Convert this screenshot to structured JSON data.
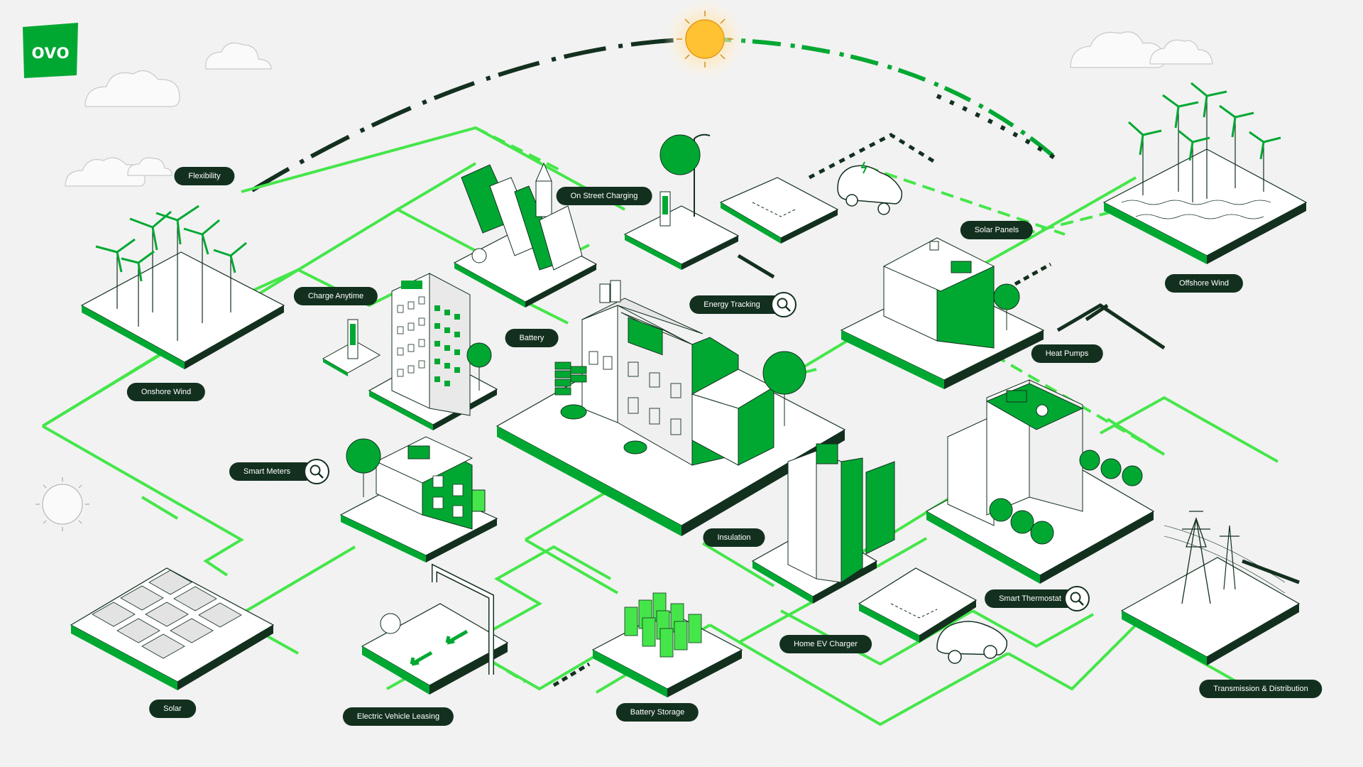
{
  "brand": {
    "logo_text": "ovo",
    "accent": "#00a832",
    "bright_green": "#45e64a",
    "dark": "#13301f"
  },
  "labels": {
    "flexibility": "Flexibility",
    "on_street_charging": "On Street Charging",
    "solar_panels": "Solar Panels",
    "charge_anytime": "Charge Anytime",
    "energy_tracking": "Energy Tracking",
    "offshore_wind": "Offshore Wind",
    "battery": "Battery",
    "heat_pumps": "Heat Pumps",
    "onshore_wind": "Onshore Wind",
    "smart_meters": "Smart Meters",
    "insulation": "Insulation",
    "smart_thermostat": "Smart Thermostat",
    "home_ev_charger": "Home EV Charger",
    "solar": "Solar",
    "electric_vehicle_leasing": "Electric Vehicle Leasing",
    "battery_storage": "Battery Storage",
    "transmission_distribution": "Transmission & Distribution"
  },
  "icons": {
    "search": "magnifier-icon",
    "sun": "sun-icon",
    "cloud": "cloud-icon",
    "turbine": "wind-turbine-icon",
    "tree": "tree-icon",
    "car": "car-icon"
  }
}
